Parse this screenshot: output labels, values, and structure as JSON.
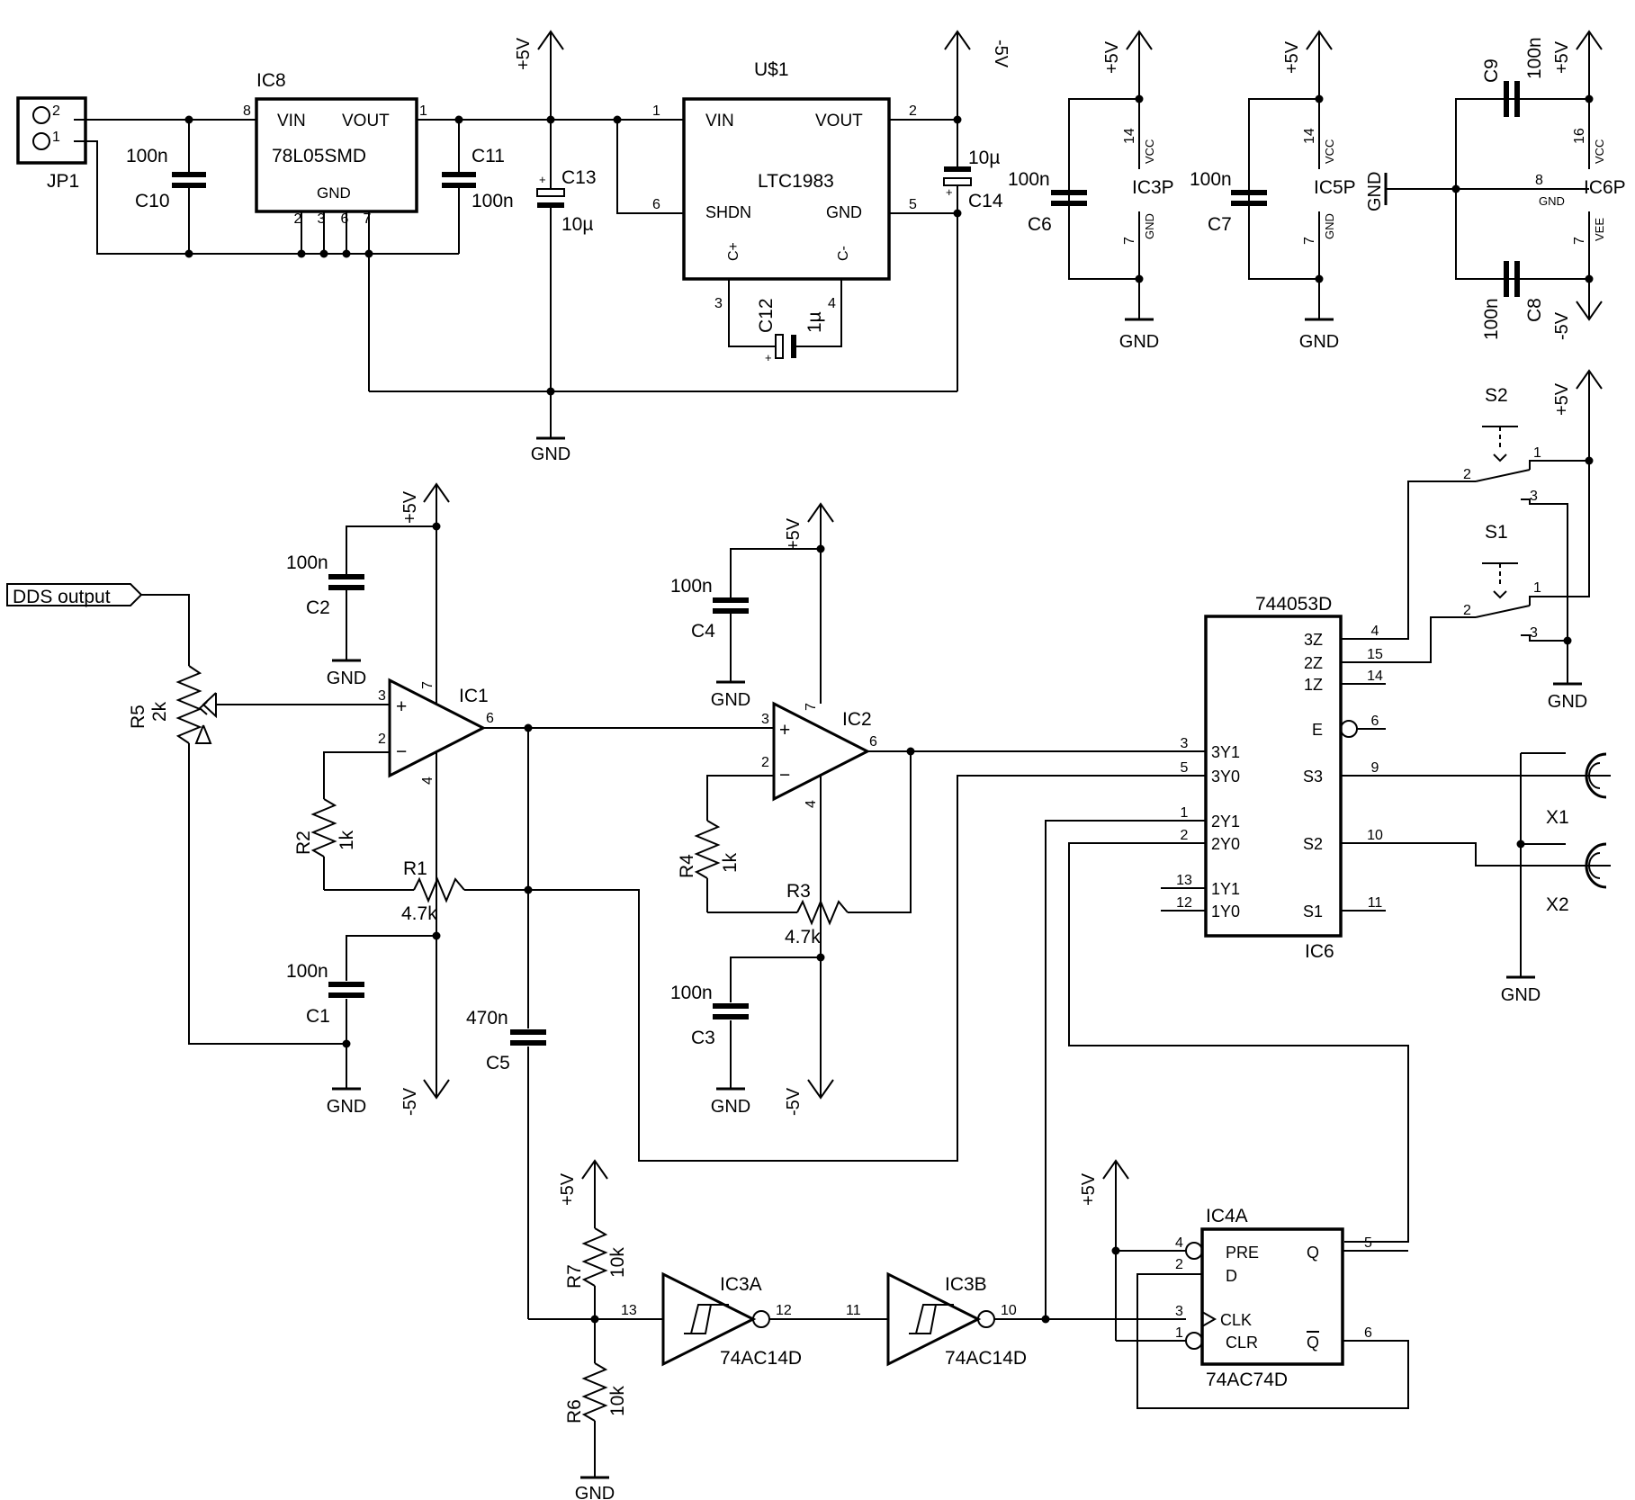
{
  "parts": {
    "jp1": {
      "ref": "JP1",
      "pin1": "1",
      "pin2": "2"
    },
    "ic8": {
      "ref": "IC8",
      "value": "78L05SMD",
      "vin": "VIN",
      "vout": "VOUT",
      "gnd": "GND",
      "p8": "8",
      "p1": "1",
      "p2": "2",
      "p3": "3",
      "p6": "6",
      "p7": "7"
    },
    "u1": {
      "ref": "U$1",
      "value": "LTC1983",
      "vin": "VIN",
      "vout": "VOUT",
      "shdn": "SHDN",
      "gnd": "GND",
      "cp": "C+",
      "cm": "C-",
      "p1": "1",
      "p2": "2",
      "p3": "3",
      "p4": "4",
      "p5": "5",
      "p6": "6"
    },
    "c10": {
      "ref": "C10",
      "value": "100n"
    },
    "c11": {
      "ref": "C11",
      "value": "100n"
    },
    "c13": {
      "ref": "C13",
      "value": "10µ"
    },
    "c14": {
      "ref": "C14",
      "value": "10µ"
    },
    "c12": {
      "ref": "C12",
      "value": "1µ"
    },
    "c6": {
      "ref": "C6",
      "value": "100n"
    },
    "c7": {
      "ref": "C7",
      "value": "100n"
    },
    "c9": {
      "ref": "C9",
      "value": "100n"
    },
    "c8": {
      "ref": "C8",
      "value": "100n"
    },
    "ic3p": {
      "ref": "IC3P",
      "p14": "14",
      "p7": "7",
      "vcc": "VCC",
      "gnd": "GND"
    },
    "ic5p": {
      "ref": "IC5P",
      "p14": "14",
      "p7": "7",
      "vcc": "VCC",
      "gnd": "GND"
    },
    "ic6p": {
      "ref": "IC6P",
      "p16": "16",
      "p8": "8",
      "p7": "7",
      "vcc": "VCC",
      "gnd": "GND",
      "vee": "VEE"
    },
    "c2": {
      "ref": "C2",
      "value": "100n"
    },
    "c1": {
      "ref": "C1",
      "value": "100n"
    },
    "c4": {
      "ref": "C4",
      "value": "100n"
    },
    "c3": {
      "ref": "C3",
      "value": "100n"
    },
    "c5": {
      "ref": "C5",
      "value": "470n"
    },
    "r5": {
      "ref": "R5",
      "value": "2k"
    },
    "r2": {
      "ref": "R2",
      "value": "1k"
    },
    "r1": {
      "ref": "R1",
      "value": "4.7k"
    },
    "r4": {
      "ref": "R4",
      "value": "1k"
    },
    "r3": {
      "ref": "R3",
      "value": "4.7k"
    },
    "r7": {
      "ref": "R7",
      "value": "10k"
    },
    "r6": {
      "ref": "R6",
      "value": "10k"
    },
    "ic1": {
      "ref": "IC1",
      "plus": "+",
      "minus": "−",
      "p3": "3",
      "p2": "2",
      "p6": "6",
      "p7": "7",
      "p4": "4"
    },
    "ic2": {
      "ref": "IC2",
      "plus": "+",
      "minus": "−",
      "p3": "3",
      "p2": "2",
      "p6": "6",
      "p7": "7",
      "p4": "4"
    },
    "ic6": {
      "ref": "IC6",
      "value": "744053D",
      "left": [
        {
          "name": "3Y1",
          "pin": "3"
        },
        {
          "name": "3Y0",
          "pin": "5"
        },
        {
          "name": "2Y1",
          "pin": "1"
        },
        {
          "name": "2Y0",
          "pin": "2"
        },
        {
          "name": "1Y1",
          "pin": "13"
        },
        {
          "name": "1Y0",
          "pin": "12"
        }
      ],
      "right": [
        {
          "name": "3Z",
          "pin": "4"
        },
        {
          "name": "2Z",
          "pin": "15"
        },
        {
          "name": "1Z",
          "pin": "14"
        },
        {
          "name": "E",
          "pin": "6"
        },
        {
          "name": "S3",
          "pin": "9"
        },
        {
          "name": "S2",
          "pin": "10"
        },
        {
          "name": "S1",
          "pin": "11"
        }
      ]
    },
    "ic3a": {
      "ref": "IC3A",
      "value": "74AC14D",
      "pin_in": "13",
      "pin_out": "12"
    },
    "ic3b": {
      "ref": "IC3B",
      "value": "74AC14D",
      "pin_in": "11",
      "pin_out": "10"
    },
    "ic4a": {
      "ref": "IC4A",
      "value": "74AC74D",
      "pre": "PRE",
      "d": "D",
      "clk": "CLK",
      "clr": "CLR",
      "q": "Q",
      "qn": "Q",
      "p4": "4",
      "p2": "2",
      "p3": "3",
      "p1": "1",
      "p5": "5",
      "p6": "6"
    },
    "s1": {
      "ref": "S1",
      "p1": "1",
      "p2": "2",
      "p3": "3"
    },
    "s2": {
      "ref": "S2",
      "p1": "1",
      "p2": "2",
      "p3": "3"
    },
    "x1": {
      "ref": "X1"
    },
    "x2": {
      "ref": "X2"
    }
  },
  "nets": {
    "vpos": "+5V",
    "vneg": "-5V",
    "gnd": "GND",
    "dds": "DDS output"
  }
}
